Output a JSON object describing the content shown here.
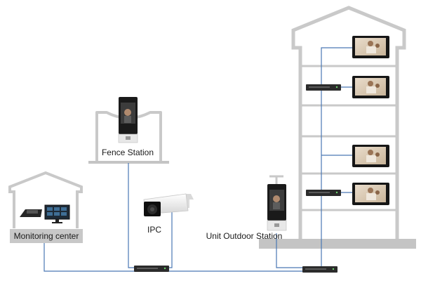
{
  "labels": {
    "fence_station": "Fence Station",
    "monitoring_center": "Monitoring center",
    "ipc": "IPC",
    "unit_outdoor_station": "Unit Outdoor Station"
  },
  "colors": {
    "wire": "#4a77b4",
    "building_outline": "#c9c9c9",
    "ground": "#c4c4c4",
    "label_bg": "#c8c8c8",
    "switch": "#2b2b2b"
  }
}
